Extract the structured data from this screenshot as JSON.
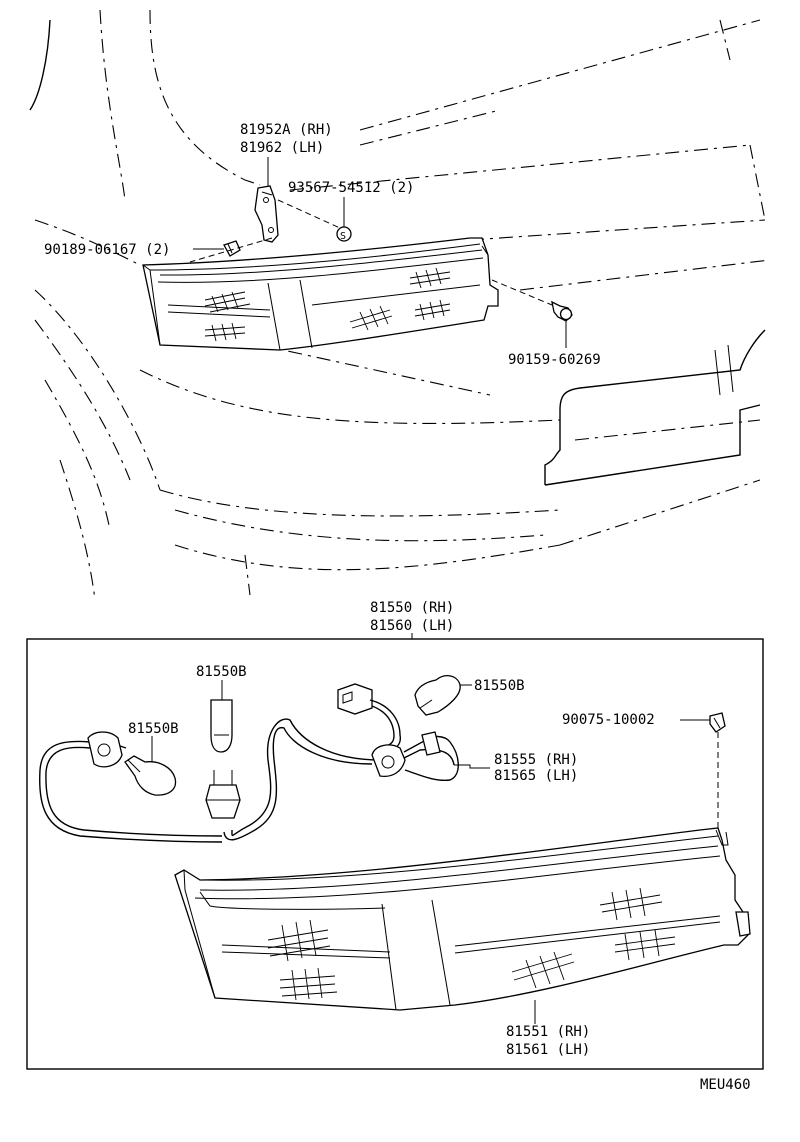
{
  "parts": {
    "p81952a": "81952A (RH)",
    "p81962": "81962  (LH)",
    "p93567": "93567-54512 (2)",
    "p90189": "90189-06167 (2)",
    "p90159": "90159-60269",
    "p81550": "81550 (RH)",
    "p81560": "81560 (LH)",
    "p81550b_top": "81550B",
    "p81550b_left": "81550B",
    "p81550b_right": "81550B",
    "p90075": "90075-10002",
    "p81555": "81555 (RH)",
    "p81565": "81565 (LH)",
    "p81551": "81551 (RH)",
    "p81561": "81561 (LH)"
  },
  "diagram_code": "MEU460"
}
